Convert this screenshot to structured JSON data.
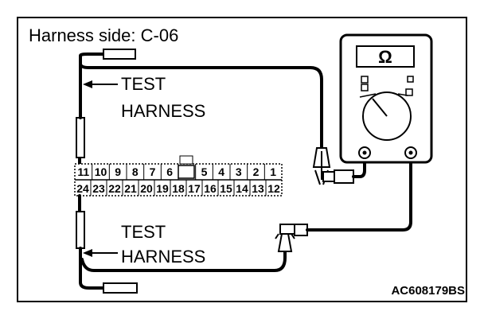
{
  "title": "Harness side: C-06",
  "test_harness_label": {
    "line1": "TEST",
    "line2": "HARNESS"
  },
  "meter_symbol": "Ω",
  "connector": {
    "top_row": [
      "11",
      "10",
      "9",
      "8",
      "7",
      "6",
      "",
      "5",
      "4",
      "3",
      "2",
      "1"
    ],
    "bottom_row": [
      "24",
      "23",
      "22",
      "21",
      "20",
      "19",
      "18",
      "17",
      "16",
      "15",
      "14",
      "13",
      "12"
    ]
  },
  "figure_code": "AC608179BS"
}
